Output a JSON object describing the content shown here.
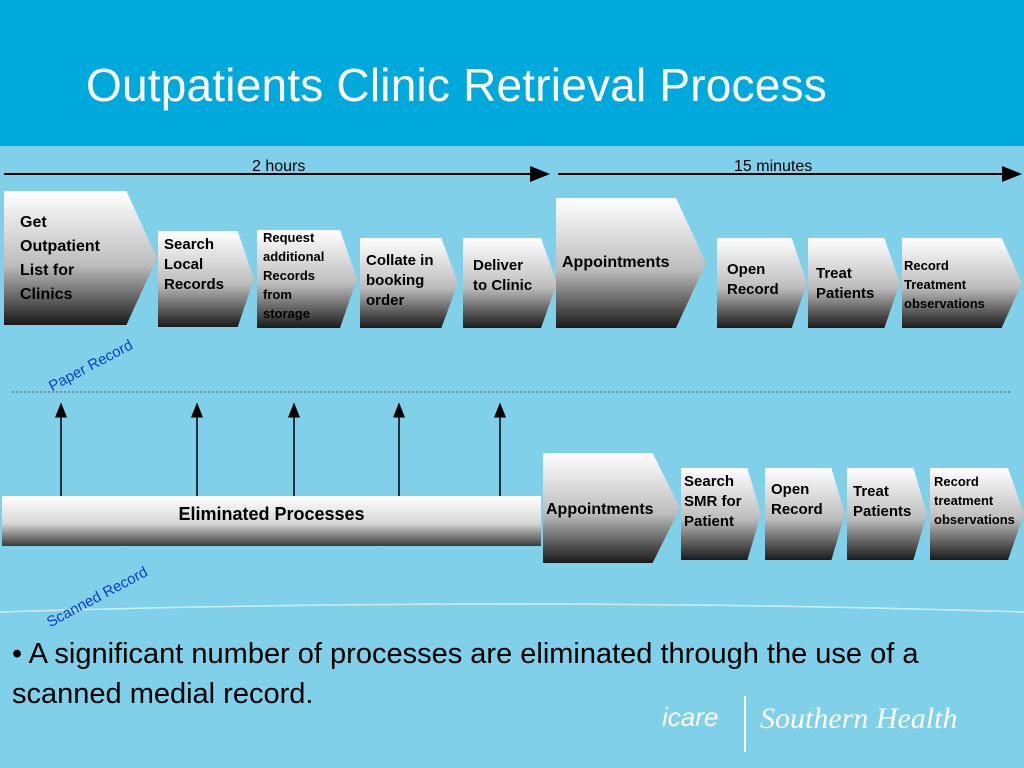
{
  "title": "Outpatients Clinic Retrieval Process",
  "timeline": {
    "left_label": "2 hours",
    "right_label": "15 minutes"
  },
  "paper_label": "Paper Record",
  "scanned_label": "Scanned Record",
  "paper_process": [
    "Get\nOutpatient\nList for\nClinics",
    "Search\nLocal\nRecords",
    "Request\nadditional\nRecords\nfrom\nstorage",
    "Collate in\nbooking\norder",
    "Deliver\nto Clinic",
    "Appointments",
    "Open\nRecord",
    "Treat\nPatients",
    "Record\nTreatment\nobservations"
  ],
  "scanned_process": [
    "Appointments",
    "Search\nSMR for\nPatient",
    "Open\nRecord",
    "Treat\nPatients",
    "Record\ntreatment\nobservations"
  ],
  "eliminated_label": "Eliminated Processes",
  "bullet_text": "• A significant number of processes are eliminated through the use of a scanned medial record.",
  "logo": {
    "icare": "icare",
    "org": "Southern Health"
  },
  "colors": {
    "title_bar": "#00a9dc",
    "background": "#7fd0e8",
    "rotated_label": "#0f3fbf"
  }
}
